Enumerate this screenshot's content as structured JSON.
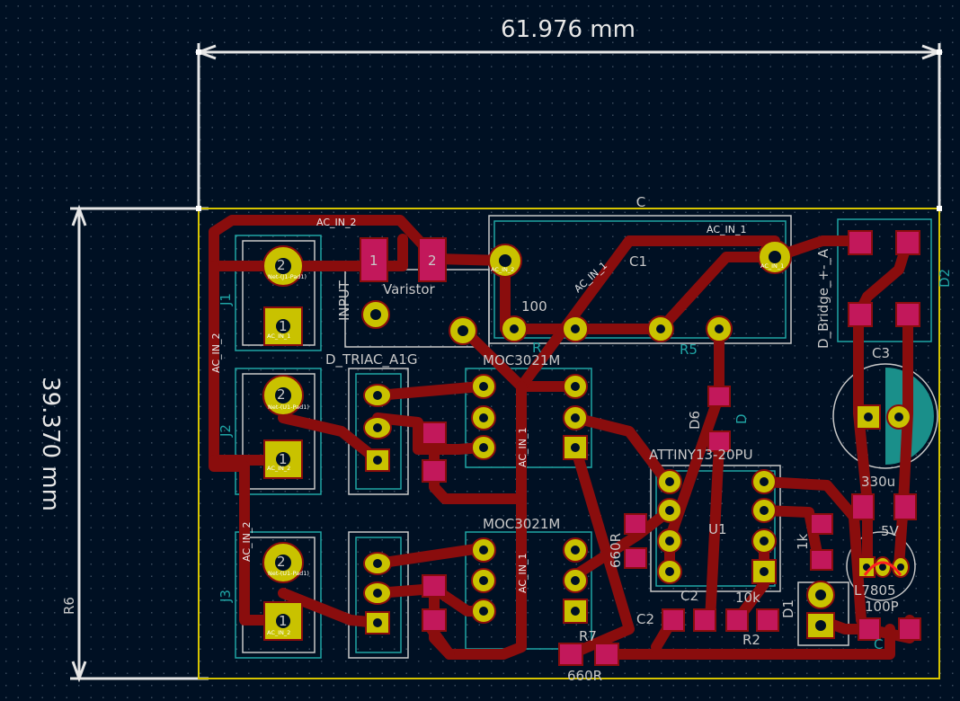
{
  "dimensions": {
    "width": "61.976 mm",
    "height": "39.370 mm"
  },
  "colors": {
    "background": "#001023",
    "edge_cuts": "#d6c400",
    "copper_track": "#8a0d0d",
    "pad_copper": "#c9c200",
    "smd_pad": "#c2185b",
    "silkscreen": "#c8c8c8",
    "fab_outline": "#1fa5a5",
    "courtyard": "#d0d0d0"
  },
  "labels": {
    "top_c": "C",
    "varistor": "Varistor",
    "input": "INPUT",
    "d_triac": "D_TRIAC_A1G",
    "moc1": "MOC3021M",
    "moc2": "MOC3021M",
    "attiny": "ATTINY13-20PU",
    "c1": "C1",
    "c2a": "C2",
    "c2b": "C2",
    "c3": "C3",
    "d1": "D1",
    "d2": "D2",
    "d6": "D6",
    "d_small": "D",
    "r2": "R2",
    "r5": "R5",
    "r7": "R7",
    "r6_tiny": "R6",
    "r_small": "R",
    "u1": "U1",
    "j1": "J1",
    "j2": "J2",
    "j3": "J3",
    "d_bridge": "D_Bridge_+-_A",
    "val_660r_a": "660R",
    "val_660r_b": "660R",
    "val_10k": "10k",
    "val_1k": "1k",
    "val_100": "100",
    "val_330u": "330u",
    "val_100p": "100P",
    "val_7805": "L7805",
    "val_5v": "5V",
    "val_5v_top": "5V",
    "val_c": "C"
  },
  "nets": {
    "ac_in_2": "AC_IN_2",
    "ac_in_1": "AC_IN_1",
    "pad_ac_in_1": "AC_IN_1",
    "pad_ac_in_2": "AC_IN_2",
    "pad_small_1": "Net-(U1-Pad1)",
    "pad_small_2": "Net-(J1-Pad1)",
    "pad_small_3": "AC_IN_1",
    "pad_num_1": "1",
    "pad_num_2": "2"
  }
}
